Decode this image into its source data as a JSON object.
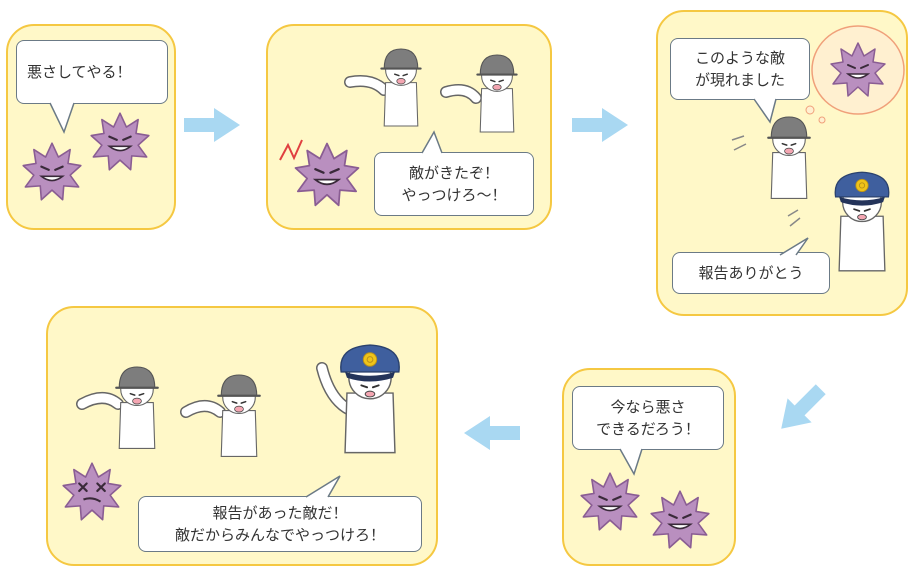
{
  "colors": {
    "panel_fill": "#fff8c8",
    "panel_border": "#f5c842",
    "arrow": "#a9d8f2",
    "virus": "#b98fbf",
    "helmet": "#7d7d7d",
    "police_cap": "#3f5f9e",
    "badge": "#f0c419"
  },
  "panels": [
    {
      "name": "panel-1",
      "bubbles": [
        "悪さしてやる！"
      ]
    },
    {
      "name": "panel-2",
      "bubbles": [
        "敵がきたぞ！\nやっつけろ〜！"
      ]
    },
    {
      "name": "panel-3",
      "bubbles": [
        "このような敵\nが現れました",
        "報告ありがとう"
      ]
    },
    {
      "name": "panel-4",
      "bubbles": [
        "報告があった敵だ！\n敵だからみんなでやっつけろ！"
      ]
    },
    {
      "name": "panel-5",
      "bubbles": [
        "今なら悪さ\nできるだろう！"
      ]
    }
  ],
  "icons": [
    "virus-icon",
    "worker-helmet-icon",
    "police-officer-icon",
    "flow-arrow-icon",
    "thought-bubble-icon"
  ]
}
